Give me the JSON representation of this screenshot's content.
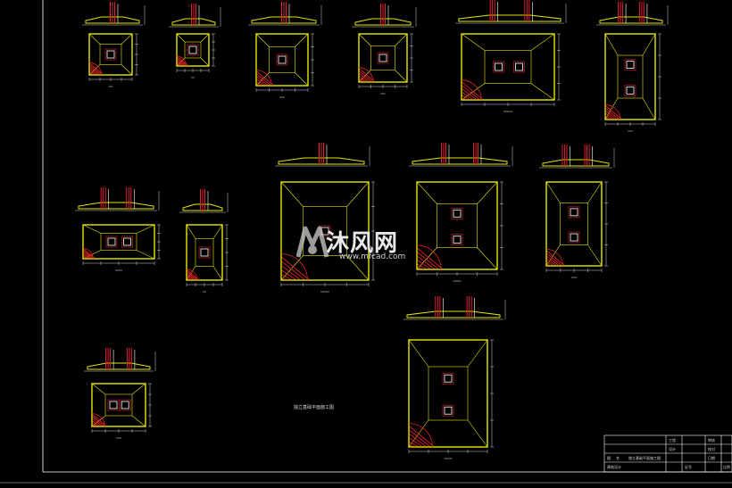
{
  "drawing": {
    "title_label": "独立基础平面施工图",
    "background": "#000000",
    "colors": {
      "outline": "#e6e600",
      "rebar": "#e0202c",
      "dimension": "#cfcfcf",
      "frame": "#ffffff",
      "column": "#ffffff"
    }
  },
  "title_block": {
    "rows": [
      [
        "",
        "",
        "",
        "工程",
        "",
        "审核",
        ""
      ],
      [
        "",
        "",
        "",
        "设计",
        "",
        "校对",
        ""
      ],
      [
        "图",
        "名",
        "独立基础平面施工图",
        "",
        "",
        "日期",
        ""
      ],
      [
        "建筑设计",
        "",
        "",
        "证号",
        "",
        "",
        "比例"
      ]
    ]
  },
  "watermark": {
    "text": "沐风网",
    "url": "www.mfcad.com"
  }
}
